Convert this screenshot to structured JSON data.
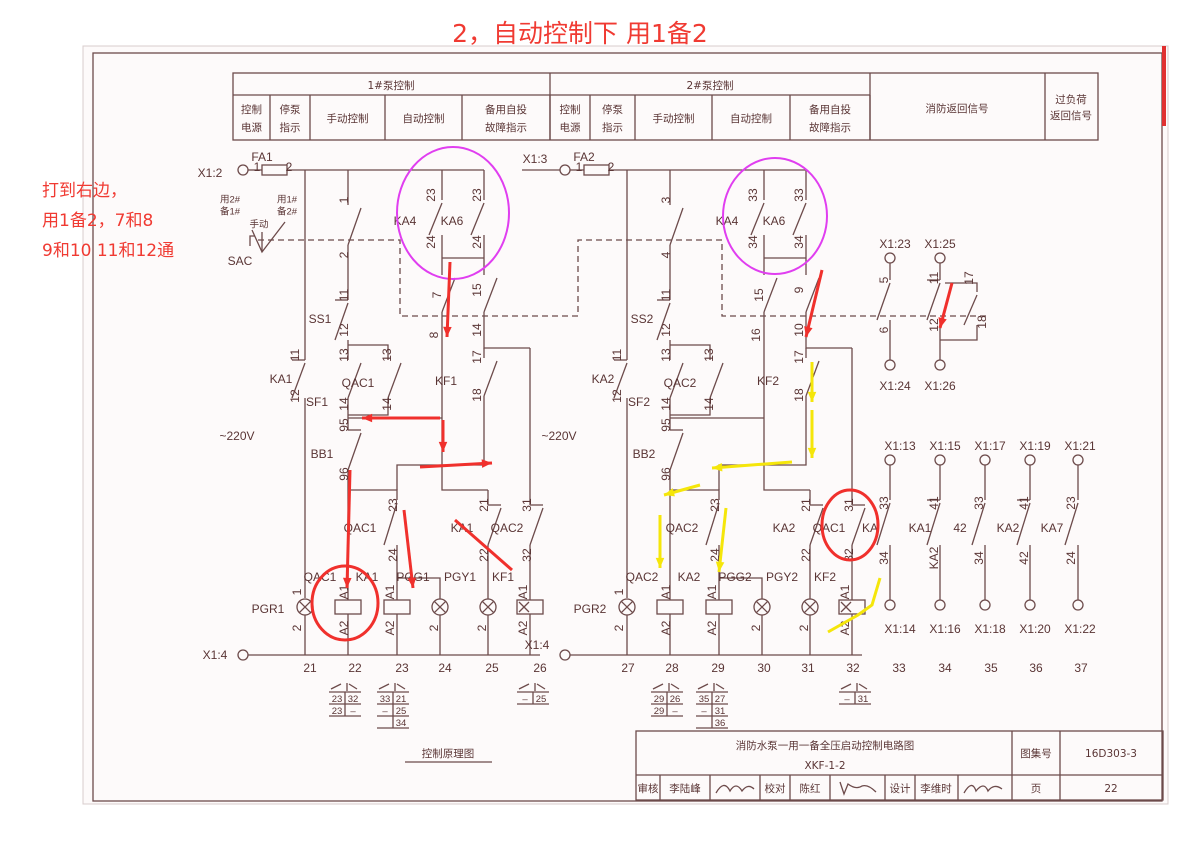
{
  "annotation": {
    "title": "2，自动控制下 用1备2",
    "note_lines": [
      "打到右边，",
      "用1备2，7和8",
      "9和10  11和12通"
    ],
    "colors": {
      "red": "#f0302c",
      "yellow": "#f5e60a",
      "magenta": "#e03ef0"
    }
  },
  "header": {
    "pump1": "1#泵控制",
    "pump2": "2#泵控制",
    "pump1_cols": [
      [
        "控制",
        "电源"
      ],
      [
        "停泵",
        "指示"
      ],
      [
        "手动控制"
      ],
      [
        "自动控制"
      ],
      [
        "备用自投",
        "故障指示"
      ]
    ],
    "pump2_cols": [
      [
        "控制",
        "电源"
      ],
      [
        "停泵",
        "指示"
      ],
      [
        "手动控制"
      ],
      [
        "自动控制"
      ],
      [
        "备用自投",
        "故障指示"
      ]
    ],
    "fire_return": "消防返回信号",
    "overload_return": [
      "过负荷",
      "返回信号"
    ]
  },
  "circuit1_labels": [
    "X1:2",
    "FA1",
    "1",
    "2",
    "用2#",
    "备1#",
    "手动",
    "用1#",
    "备2#",
    "SAC",
    "1",
    "2",
    "11",
    "SS1",
    "12",
    "13",
    "13",
    "QAC1",
    "14",
    "14",
    "KA1",
    "11",
    "12",
    "SF1",
    "~220V",
    "95",
    "BB1",
    "96",
    "KA4",
    "KA6",
    "23",
    "23",
    "24",
    "24",
    "7",
    "15",
    "8",
    "14",
    "17",
    "KF1",
    "18",
    "23",
    "QAC1",
    "24",
    "21",
    "KA1",
    "22",
    "31",
    "QAC2",
    "32",
    "PGR1",
    "1",
    "2",
    "QAC1",
    "A1",
    "A2",
    "KA1",
    "A1",
    "A2",
    "PGG1",
    "2",
    "PGY1",
    "2",
    "KF1",
    "A1",
    "A2",
    "X1:4"
  ],
  "circuit2_labels": [
    "X1:3",
    "FA2",
    "1",
    "2",
    "3",
    "4",
    "11",
    "SS2",
    "12",
    "13",
    "13",
    "QAC2",
    "14",
    "14",
    "KA2",
    "11",
    "12",
    "SF2",
    "~220V",
    "95",
    "BB2",
    "96",
    "KA4",
    "KA6",
    "33",
    "33",
    "34",
    "34",
    "15",
    "9",
    "16",
    "10",
    "17",
    "KF2",
    "18",
    "23",
    "QAC2",
    "24",
    "21",
    "KA2",
    "22",
    "31",
    "QAC1",
    "32",
    "PGR2",
    "1",
    "2",
    "QAC2",
    "A1",
    "A2",
    "KA2",
    "A1",
    "A2",
    "PGG2",
    "2",
    "PGY2",
    "2",
    "KF2",
    "A1",
    "A2",
    "X1:4"
  ],
  "signal_labels": [
    "X1:23",
    "X1:25",
    "5",
    "6",
    "11",
    "17",
    "12",
    "18",
    "X1:24",
    "X1:26",
    "X1:13",
    "X1:15",
    "X1:17",
    "X1:19",
    "X1:21",
    "X1:14",
    "X1:16",
    "X1:18",
    "X1:20",
    "X1:22",
    "33",
    "KA",
    "34",
    "41",
    "KA1",
    "42",
    "KA2",
    "33",
    "34",
    "KA2",
    "41",
    "42",
    "KA7",
    "23",
    "24"
  ],
  "column_numbers": [
    "21",
    "22",
    "23",
    "24",
    "25",
    "26",
    "27",
    "28",
    "29",
    "30",
    "31",
    "32",
    "33",
    "34",
    "35",
    "36",
    "37"
  ],
  "cross_refs": [
    [
      [
        "23",
        "32"
      ],
      [
        "23",
        "–"
      ]
    ],
    [
      [
        "33",
        "21"
      ],
      [
        "–",
        "25"
      ],
      [
        "",
        "34"
      ]
    ],
    [
      [
        "–",
        "25"
      ]
    ],
    [
      [
        "29",
        "26"
      ],
      [
        "29",
        "–"
      ]
    ],
    [
      [
        "35",
        "27"
      ],
      [
        "–",
        "31"
      ],
      [
        "",
        "36"
      ]
    ],
    [
      [
        "–",
        "31"
      ]
    ]
  ],
  "drawing_caption": "控制原理图",
  "title_block": {
    "title": "消防水泵一用一备全压启动控制电路图",
    "code": "XKF-1-2",
    "atlas_label": "图集号",
    "atlas_no": "16D303-3",
    "review_label": "审核",
    "reviewer": "李陆峰",
    "check_label": "校对",
    "checker": "陈红",
    "design_label": "设计",
    "designer": "李维时",
    "page_label": "页",
    "page_no": "22"
  }
}
